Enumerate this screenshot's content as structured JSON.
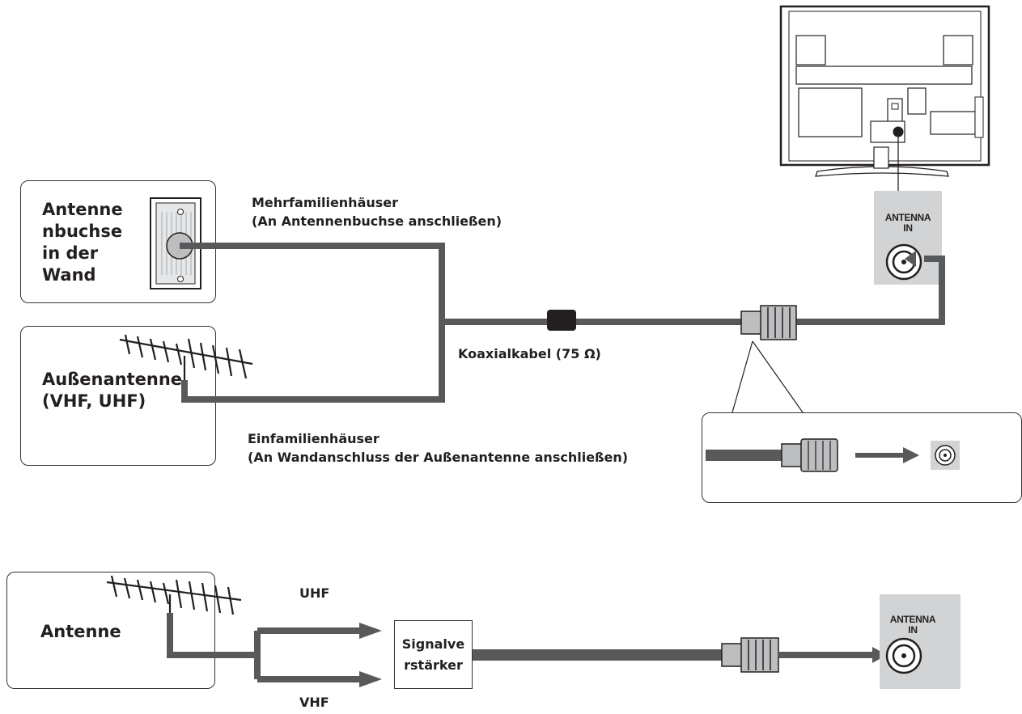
{
  "top": {
    "wall_socket_label": [
      "Antenne",
      "nbuchse",
      "in der",
      "Wand"
    ],
    "outdoor_antenna_label": [
      "Außenantenne",
      "(VHF, UHF)"
    ],
    "apartment_label": [
      "Mehrfamilienhäuser",
      "(An Antennenbuchse anschließen)"
    ],
    "house_label": [
      "Einfamilienhäuser",
      "(An Wandanschluss der Außenantenne anschließen)"
    ],
    "cable_label": "Koaxialkabel (75 Ω)",
    "panel_label": [
      "ANTENNA",
      "IN"
    ]
  },
  "bottom": {
    "antenna_label": "Antenne",
    "uhf_label": "UHF",
    "vhf_label": "VHF",
    "amplifier_label": [
      "Signalve",
      "rstärker"
    ],
    "panel_label": [
      "ANTENNA",
      "IN"
    ]
  },
  "colors": {
    "cable": "#58595b",
    "plug_fill": "#bcbec0",
    "panel_fill": "#d1d3d4",
    "line": "#231f20"
  }
}
